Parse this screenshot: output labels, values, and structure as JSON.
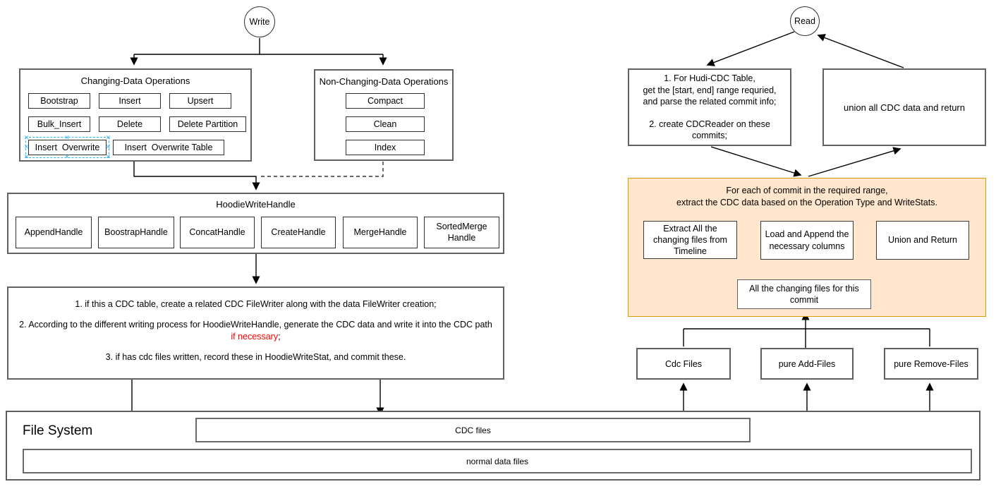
{
  "colors": {
    "orange_fill": "#ffe6cc",
    "orange_border": "#d79b00",
    "selection_blue": "#29b6f2",
    "highlight_red": "#ff0000"
  },
  "write_flow": {
    "entry_label": "Write",
    "changing_ops": {
      "title": "Changing-Data Operations",
      "items": [
        "Bootstrap",
        "Insert",
        "Upsert",
        "Bulk_Insert",
        "Delete",
        "Delete Partition",
        "Insert  Overwrite",
        "Insert  Overwrite Table"
      ],
      "selected_item": "Insert  Overwrite"
    },
    "non_changing_ops": {
      "title": "Non-Changing-Data Operations",
      "items": [
        "Compact",
        "Clean",
        "Index"
      ]
    },
    "hoodie_write_handle": {
      "title": "HoodieWriteHandle",
      "handles": [
        "AppendHandle",
        "BoostrapHandle",
        "ConcatHandle",
        "CreateHandle",
        "MergeHandle",
        "SortedMerge Handle"
      ]
    },
    "cdc_write_steps": {
      "step1": "1. if this a CDC table, create a related CDC FileWriter along with the data FileWriter creation;",
      "step2_prefix": "2. According to the different writing process for HoodieWriteHandle, generate the CDC data and write it into the CDC path ",
      "step2_highlight": "if necessary",
      "step2_suffix": ";",
      "step3": "3. if has cdc files written, record these in HoodieWriteStat, and commit these."
    }
  },
  "read_flow": {
    "entry_label": "Read",
    "prepare_box_lines": [
      "1. For Hudi-CDC Table,",
      "get the [start, end] range requried,",
      "and parse the related commit info;",
      "",
      "2. create CDCReader on these",
      "commits;"
    ],
    "union_all_box": "union all CDC data and return",
    "per_commit": {
      "title_line1": "For each of commit in the required range,",
      "title_line2": "extract the CDC data based on the Operation Type and WriteStats.",
      "extract_box": "Extract All the changing files from Timeline",
      "load_box": "Load and Append the necessary columns",
      "union_box": "Union and Return",
      "changing_files_box": "All the changing files for this commit"
    },
    "file_type_boxes": [
      "Cdc Files",
      "pure Add-Files",
      "pure Remove-Files"
    ]
  },
  "file_system": {
    "title": "File System",
    "cdc_files_bar": "CDC files",
    "normal_files_bar": "normal data files"
  }
}
